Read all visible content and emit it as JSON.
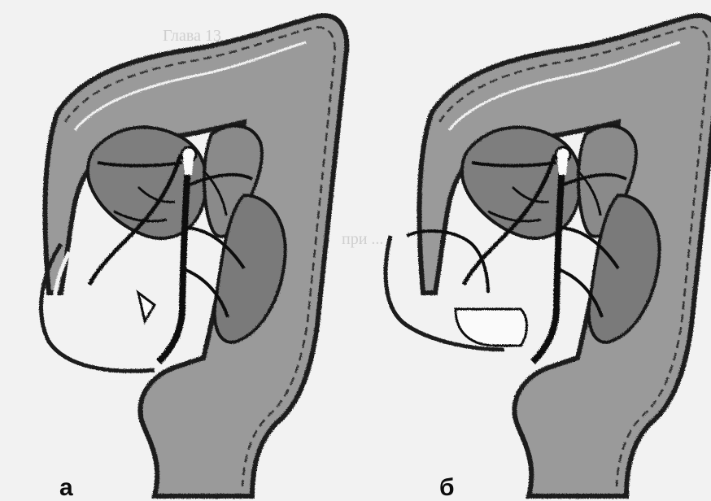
{
  "figure": {
    "panels": [
      {
        "id": "a",
        "label": "а",
        "content": "colon-diagram-with-loop"
      },
      {
        "id": "b",
        "label": "б",
        "content": "colon-diagram-with-loop"
      }
    ],
    "colors": {
      "background": "#f2f2f2",
      "organ_fill": "#9a9a9a",
      "organ_dark": "#6e6e6e",
      "outline": "#1a1a1a",
      "vessel": "#111111",
      "bleed_text": "#cfcfcf"
    }
  }
}
